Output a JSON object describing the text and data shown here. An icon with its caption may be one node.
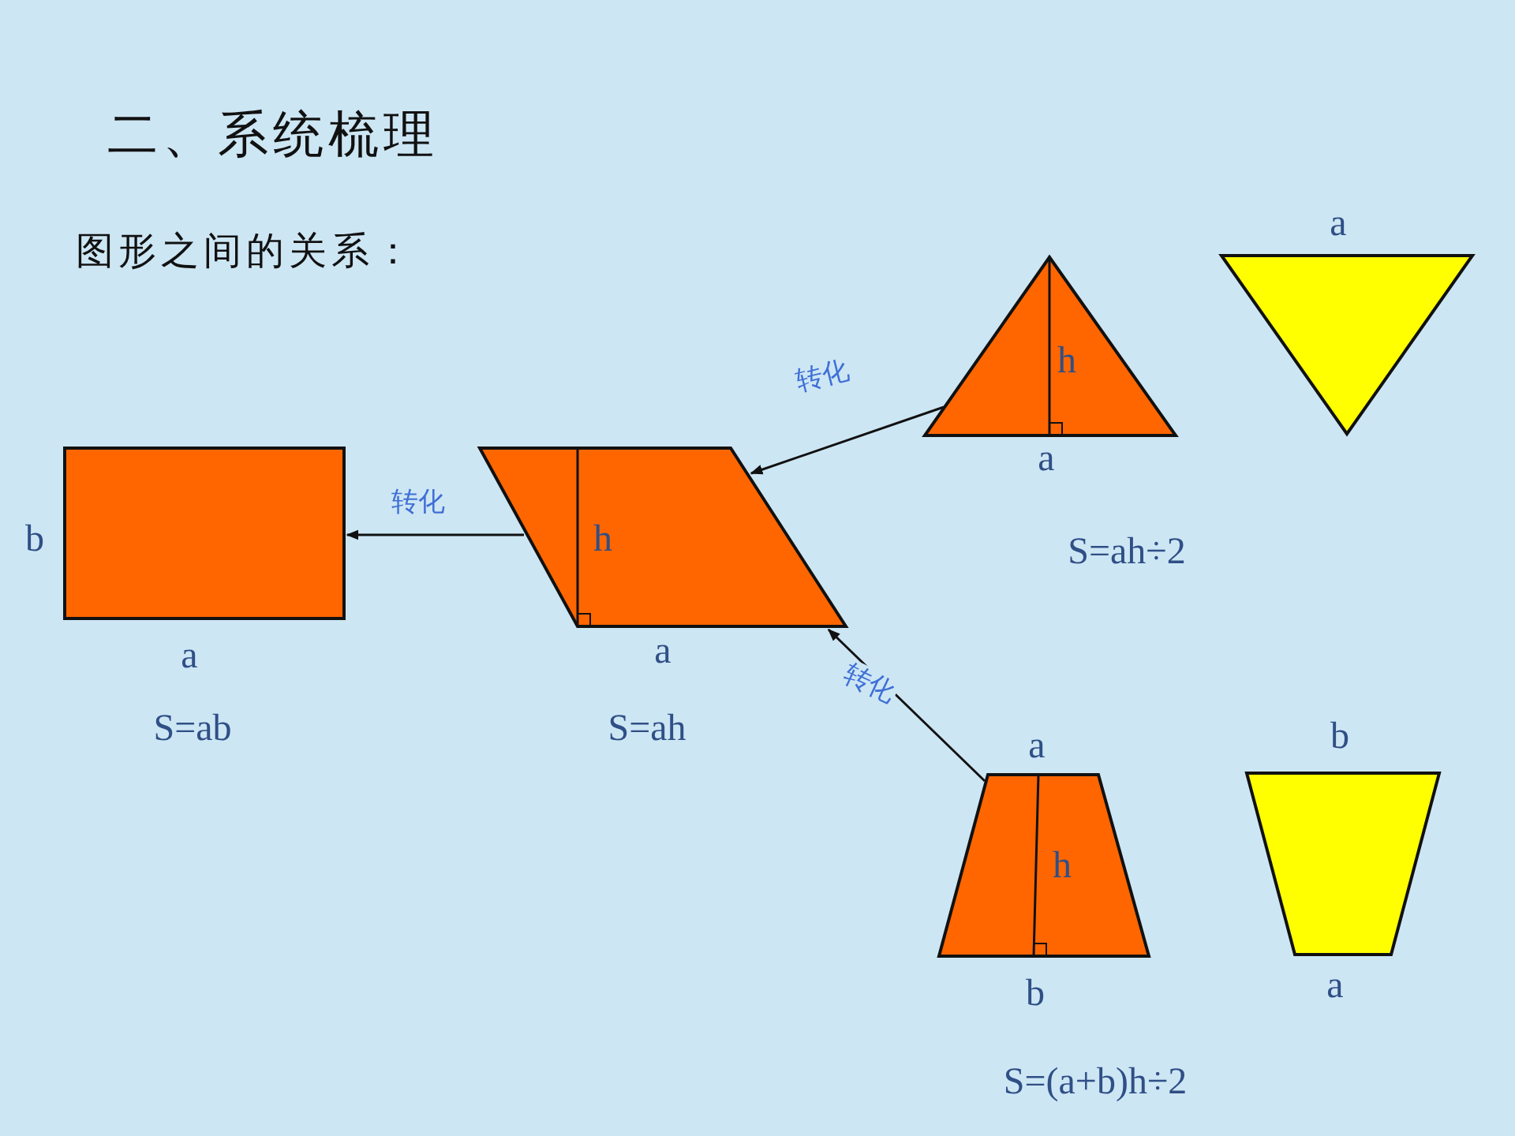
{
  "diagram": {
    "title": "二、系统梳理",
    "nodes": [
      {
        "text": [],
        "shape": "box",
        "beside": [
          "b",
          "a",
          "S=ab"
        ]
      },
      {
        "text": [
          "h"
        ],
        "beside": [
          "a",
          "S=ah"
        ]
      },
      {
        "text": [
          "h"
        ],
        "beside": [
          "a",
          "S=ah÷2"
        ]
      },
      {
        "text": [],
        "shape": "triangle",
        "beside": [
          "a"
        ]
      },
      {
        "text": [
          "h"
        ],
        "beside": [
          "a",
          "b",
          "S=(a+b)h÷2"
        ]
      },
      {
        "text": [],
        "shape": "trapezoid",
        "beside": [
          "b",
          "a"
        ]
      }
    ],
    "edges": [
      {
        "from": 1,
        "to": 0,
        "arrow": "to",
        "label": "转化"
      },
      {
        "from": 2,
        "to": 1,
        "arrow": "to",
        "label": "转化"
      },
      {
        "from": 4,
        "to": 1,
        "arrow": "to",
        "label": "转化"
      }
    ],
    "labels": [
      "图形之间的关系："
    ]
  }
}
